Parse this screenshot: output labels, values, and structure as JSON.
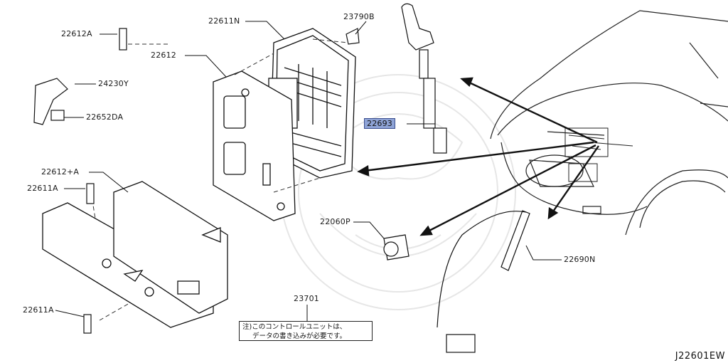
{
  "labels": {
    "p22612A": "22612A",
    "p24230Y": "24230Y",
    "p22652DA": "22652DA",
    "p22611N": "22611N",
    "p23790B": "23790B",
    "p22612": "22612",
    "p22693": "22693",
    "p22612pA": "22612+A",
    "p22611A_top": "22611A",
    "p22611A_bottom": "22611A",
    "p22060P": "22060P",
    "p22690N": "22690N",
    "p23701": "23701"
  },
  "note": {
    "line1": "注)このコントロールユニットは、",
    "line2": "データの書き込みが必要です。"
  },
  "diagram_code": "J22601EW",
  "highlight_color": "#8ea3d6"
}
